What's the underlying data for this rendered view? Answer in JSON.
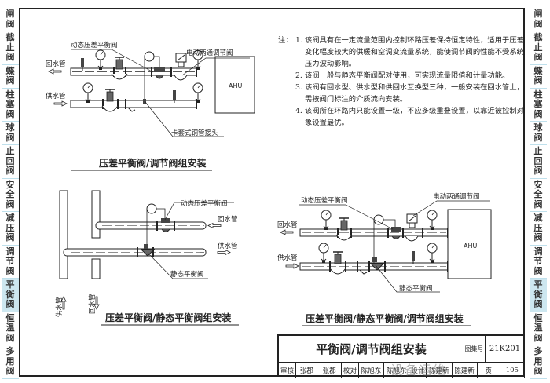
{
  "side_tabs": [
    {
      "label": "闸阀",
      "active": false
    },
    {
      "label": "截止阀",
      "active": false
    },
    {
      "label": "蝶阀",
      "active": false
    },
    {
      "label": "柱塞阀",
      "active": false
    },
    {
      "label": "球阀",
      "active": false
    },
    {
      "label": "止回阀",
      "active": false
    },
    {
      "label": "安全阀",
      "active": false
    },
    {
      "label": "减压阀",
      "active": false
    },
    {
      "label": "调节阀",
      "active": false
    },
    {
      "label": "平衡阀",
      "active": true
    },
    {
      "label": "恒温阀",
      "active": false
    },
    {
      "label": "多用阀",
      "active": false
    }
  ],
  "diagram1": {
    "title": "压差平衡阀/调节阀组安装",
    "label_dynamic_valve": "动态压差平衡阀",
    "label_electric_valve": "电动两通调节阀",
    "label_return": "回水管",
    "label_supply": "供水管",
    "label_fitting": "卡套式铜管接头",
    "label_ahu": "AHU"
  },
  "diagram2": {
    "title": "压差平衡阀/静态平衡阀组安装",
    "label_dynamic_valve": "动态压差平衡阀",
    "label_static_valve": "静态平衡阀",
    "label_return": "回水管",
    "label_supply": "供水管",
    "label_supply_vertical": "供水管",
    "label_return_vertical": "回水管"
  },
  "diagram3": {
    "title": "压差平衡阀/静态平衡阀/调节阀组安装",
    "label_dynamic_valve": "动态压差平衡阀",
    "label_electric_valve": "电动两通调节阀",
    "label_static_valve": "静态平衡阀",
    "label_return": "回水管",
    "label_supply": "供水管",
    "label_ahu": "AHU"
  },
  "notes": {
    "lead": "注：",
    "items": [
      {
        "num": "1.",
        "text": "该阀具有在一定流量范围内控制环路压差保持恒定特性，适用于压差变化幅度较大的供暖和空调变流量系统，能使调节阀的性能不受系统压力波动影响。"
      },
      {
        "num": "2.",
        "text": "该阀一般与静态平衡阀配对使用，可实现流量限值和计量功能。"
      },
      {
        "num": "3.",
        "text": "该阀有回水型、供水型和供回水互换型三种，一般安装在回水管上，需按阀门标注的介质流向安装。"
      },
      {
        "num": "4.",
        "text": "该阀所在环路内只能设置一级，不应多级重叠设置，以靠近被控制对象设置最优。"
      }
    ]
  },
  "title_block": {
    "title": "平衡阀/调节阀组安装",
    "atlas_label": "图集号",
    "atlas_code": "21K201",
    "row": [
      "审核",
      "张郡",
      "张郡",
      "校对",
      "陈旭东",
      "陈旭东",
      "设计",
      "陈建新",
      "陈建新",
      "页",
      "105"
    ]
  },
  "watermark": "设备运维"
}
